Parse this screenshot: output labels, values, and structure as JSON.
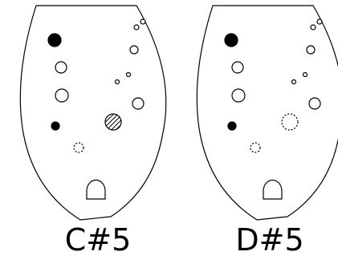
{
  "diagrams": [
    {
      "note": "C#5",
      "holes": [
        {
          "id": "thumb-hole",
          "state": "closed"
        },
        {
          "id": "left-hole-1",
          "state": "open"
        },
        {
          "id": "left-hole-2",
          "state": "open"
        },
        {
          "id": "small-left-hole",
          "state": "closed"
        },
        {
          "id": "small-dashed-hole",
          "state": "hidden"
        },
        {
          "id": "right-hole-large",
          "state": "half-covered"
        },
        {
          "id": "right-hole-medium",
          "state": "open"
        },
        {
          "id": "upper-right-cluster",
          "state": "open"
        },
        {
          "id": "middle-right-cluster",
          "state": "open"
        },
        {
          "id": "lower-right-hole",
          "state": "open"
        }
      ]
    },
    {
      "note": "D#5",
      "holes": [
        {
          "id": "thumb-hole",
          "state": "closed"
        },
        {
          "id": "left-hole-1",
          "state": "open"
        },
        {
          "id": "left-hole-2",
          "state": "open"
        },
        {
          "id": "small-left-hole",
          "state": "closed"
        },
        {
          "id": "small-dashed-hole",
          "state": "hidden"
        },
        {
          "id": "right-hole-large",
          "state": "hidden"
        },
        {
          "id": "right-hole-medium",
          "state": "open"
        },
        {
          "id": "upper-right-cluster",
          "state": "open"
        },
        {
          "id": "middle-right-cluster",
          "state": "open"
        },
        {
          "id": "lower-right-hole",
          "state": "open"
        }
      ]
    }
  ],
  "colors": {
    "stroke": "#000000",
    "fill_closed": "#000000",
    "background": "#ffffff"
  }
}
